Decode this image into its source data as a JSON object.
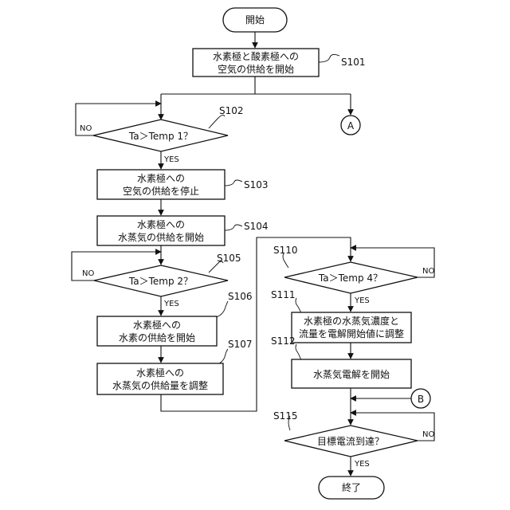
{
  "nodes": {
    "start": "開始",
    "s101": [
      "水素極と酸素極への",
      "空気の供給を開始"
    ],
    "s102": "Ta＞Temp 1？",
    "s103": [
      "水素極への",
      "空気の供給を停止"
    ],
    "s104": [
      "水素極への",
      "水蒸気の供給を開始"
    ],
    "s105": "Ta＞Temp 2？",
    "s106": [
      "水素極への",
      "水素の供給を開始"
    ],
    "s107": [
      "水素極への",
      "水蒸気の供給量を調整"
    ],
    "s110": "Ta＞Temp 4？",
    "s111": [
      "水素極の水蒸気濃度と",
      "流量を電解開始値に調整"
    ],
    "s112": "水蒸気電解を開始",
    "s115": "目標電流到達？",
    "end": "終了"
  },
  "steps": {
    "s101": "S101",
    "s102": "S102",
    "s103": "S103",
    "s104": "S104",
    "s105": "S105",
    "s106": "S106",
    "s107": "S107",
    "s110": "S110",
    "s111": "S111",
    "s112": "S112",
    "s115": "S115"
  },
  "flags": {
    "yes": "YES",
    "no": "NO"
  },
  "connectors": {
    "a": "A",
    "b": "B"
  }
}
